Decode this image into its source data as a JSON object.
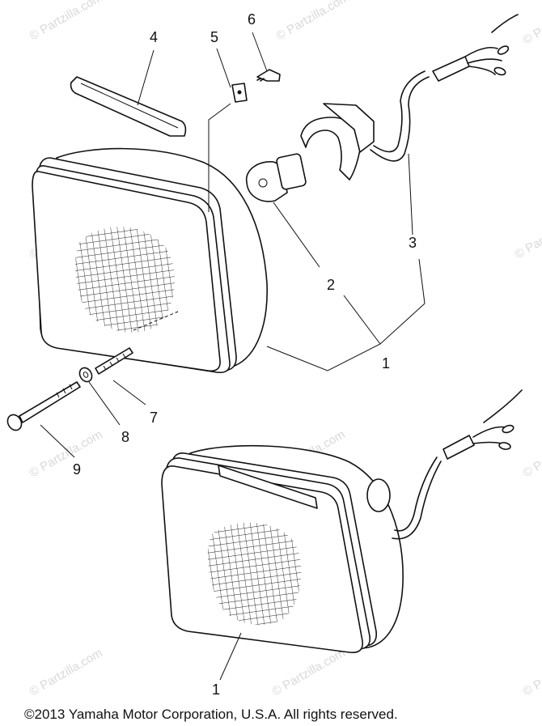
{
  "callouts": {
    "c1a": "1",
    "c1b": "1",
    "c2": "2",
    "c3": "3",
    "c4": "4",
    "c5": "5",
    "c6": "6",
    "c7": "7",
    "c8": "8",
    "c9": "9"
  },
  "watermark": {
    "text": "© Partzilla.com",
    "short": "© Par"
  },
  "copyright": "©2013  Yamaha Motor Corporation, U.S.A. All rights reserved."
}
